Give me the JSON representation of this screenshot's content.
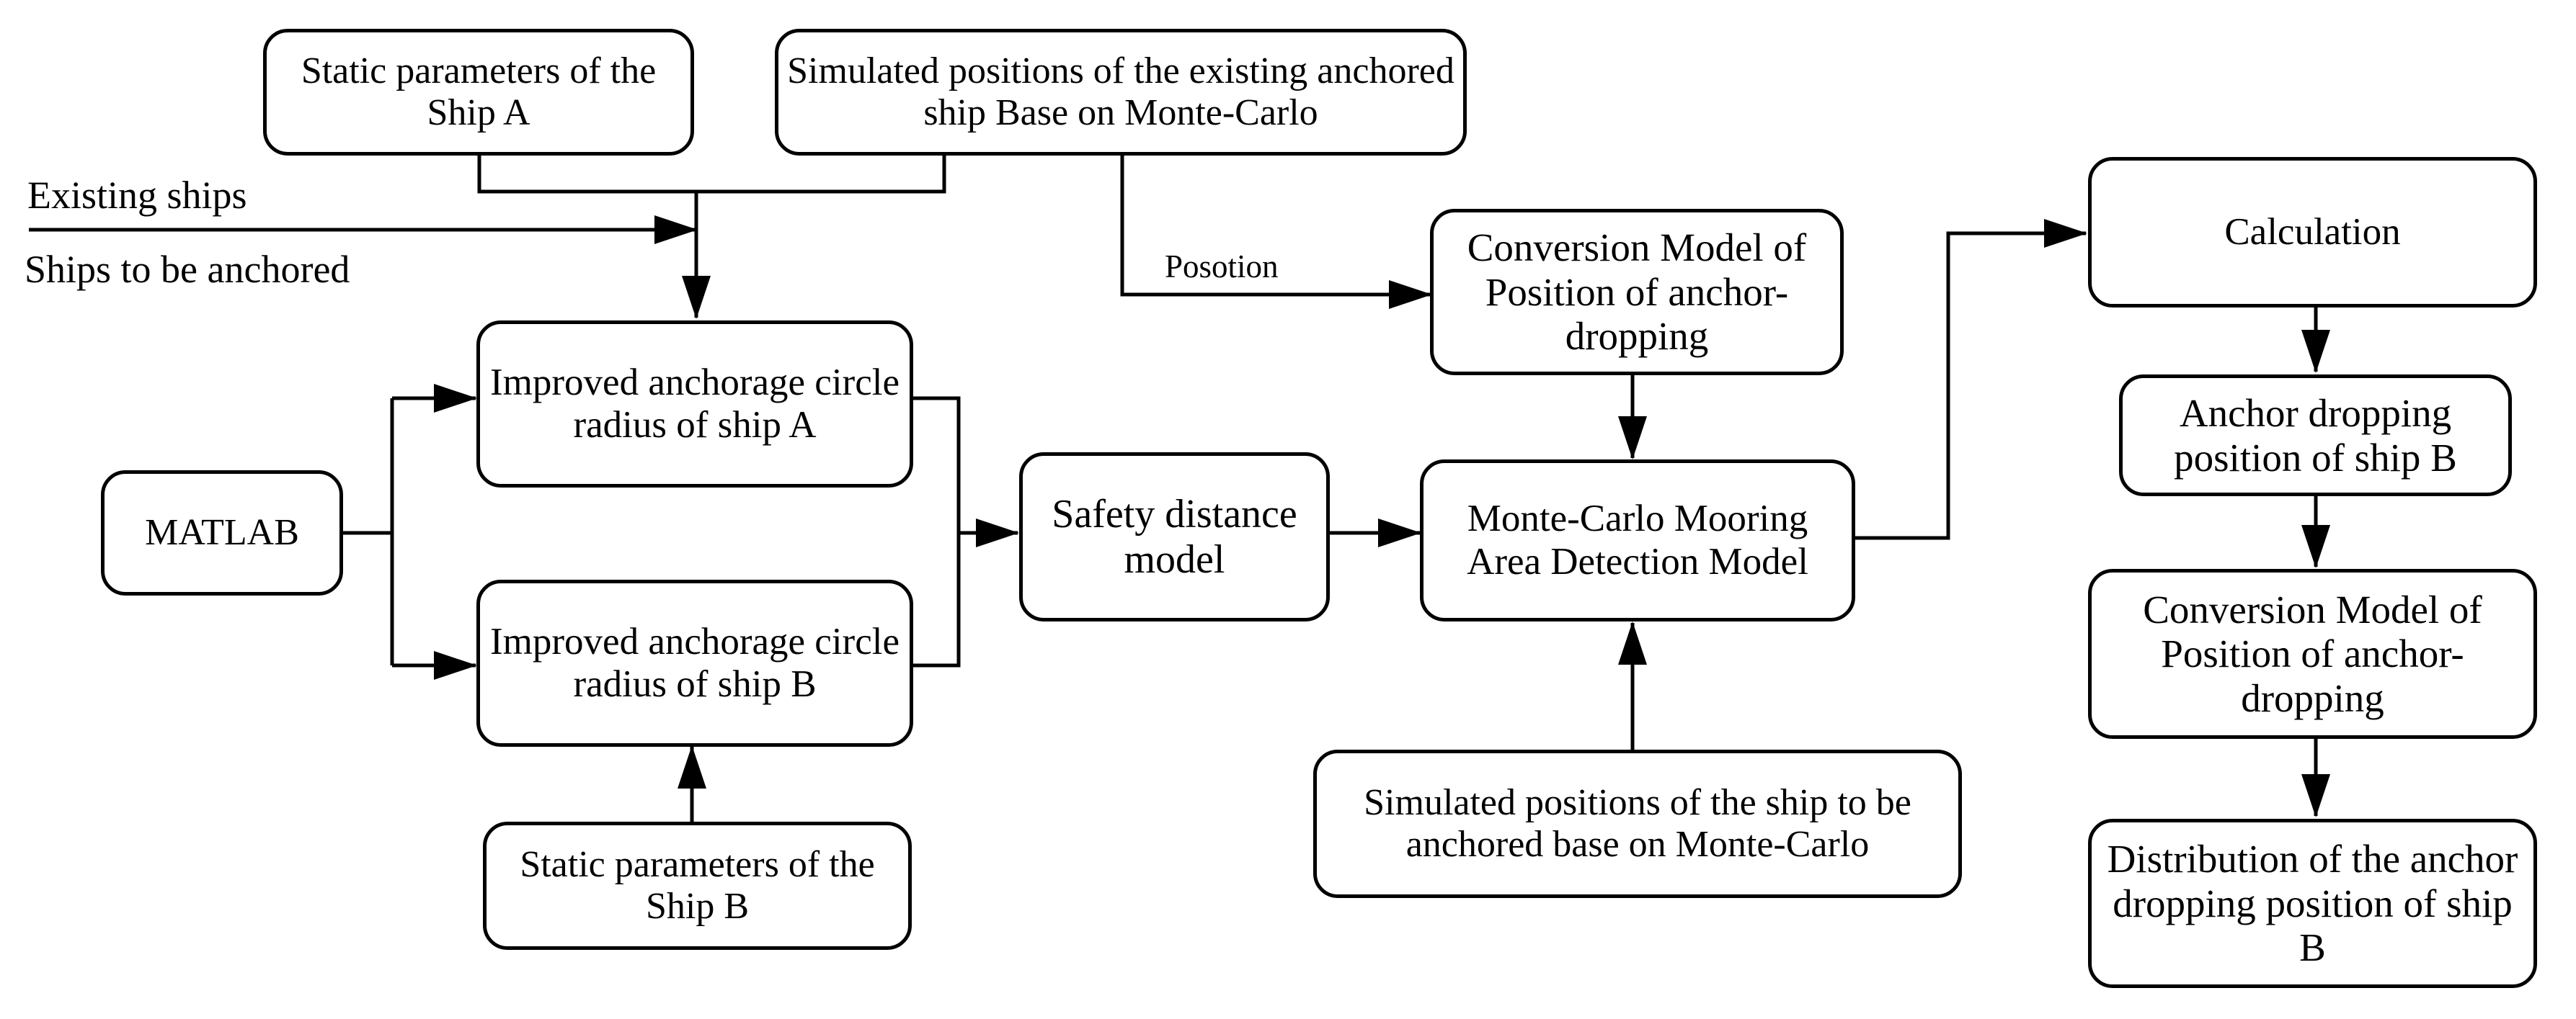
{
  "nodes": {
    "static_a": "Static parameters of the Ship A",
    "simulated_existing": "Simulated positions of the existing anchored ship Base on Monte-Carlo",
    "improved_a": "Improved anchorage circle radius of ship A",
    "improved_b": "Improved anchorage circle radius of ship B",
    "matlab": "MATLAB",
    "static_b": "Static parameters of the Ship B",
    "safety": "Safety distance model",
    "conversion_top": "Conversion Model of Position of anchor-dropping",
    "monte_carlo_detection": "Monte-Carlo Mooring Area Detection Model",
    "simulated_to_anchor": "Simulated positions of the ship to be anchored base on Monte-Carlo",
    "calculation": "Calculation",
    "anchor_drop_b": "Anchor dropping position of ship B",
    "conversion_right": "Conversion Model of Position of anchor-dropping",
    "distribution": "Distribution of the anchor dropping position of ship B"
  },
  "edge_labels": {
    "existing_ships": "Existing ships",
    "ships_to_anchor": "Ships to be anchored",
    "position": "Posotion"
  }
}
